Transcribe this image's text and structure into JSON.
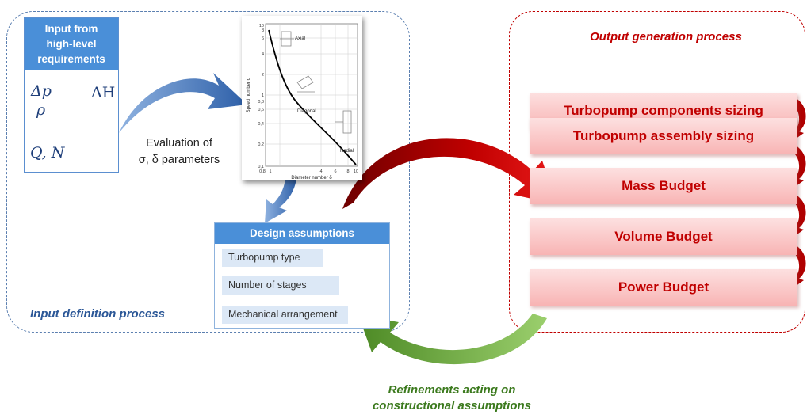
{
  "input_region": {
    "title": "Input definition process",
    "requirements": {
      "header_line1": "Input from",
      "header_line2": "high-level",
      "header_line3": "requirements",
      "delta_p": "Δp",
      "delta_h": "ΔH",
      "rho": "ρ",
      "q_n": "Q, N"
    },
    "evaluation_line1": "Evaluation of",
    "evaluation_line2": "σ, δ parameters"
  },
  "chart": {
    "ylabel": "Speed number σ",
    "xlabel": "Diameter number δ",
    "y_ticks": [
      "10",
      "8",
      "6",
      "4",
      "2",
      "1",
      "0,8",
      "0,6",
      "0,4",
      "0,2",
      "0,1"
    ],
    "x_ticks": [
      "0,8",
      "1",
      "4",
      "6",
      "8",
      "10"
    ],
    "labels": [
      "Axial",
      "Diagonal",
      "Radial"
    ]
  },
  "design": {
    "header": "Design assumptions",
    "items": [
      "Turbopump type",
      "Number of stages",
      "Mechanical arrangement"
    ]
  },
  "output_region": {
    "title": "Output generation process",
    "items": [
      "Turbopump components sizing",
      "Turbopump assembly sizing",
      "Mass Budget",
      "Volume Budget",
      "Power Budget"
    ]
  },
  "refinement": {
    "line1": "Refinements acting on",
    "line2": "constructional assumptions"
  },
  "colors": {
    "blue_arrow": "#3f6fb8",
    "red_arrow": "#c00000",
    "green_arrow": "#5a9a32",
    "header_blue": "#4a8fd8"
  }
}
